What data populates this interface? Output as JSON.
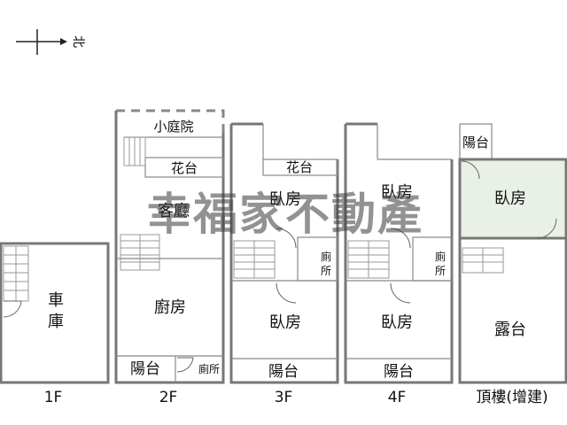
{
  "compass": {
    "label": "北"
  },
  "watermark": "幸福家不動產",
  "floors": [
    {
      "label": "1F",
      "rooms": {
        "garage": "車\n庫"
      }
    },
    {
      "label": "2F",
      "rooms": {
        "courtyard": "小庭院",
        "planter": "花台",
        "living": "客廳",
        "kitchen": "廚房",
        "balcony": "陽台",
        "wc": "廁所"
      }
    },
    {
      "label": "3F",
      "rooms": {
        "planter": "花台",
        "bedroom_top": "臥房",
        "wc": "廁\n所",
        "bedroom_bottom": "臥房",
        "balcony": "陽台"
      }
    },
    {
      "label": "4F",
      "rooms": {
        "bedroom_top": "臥房",
        "wc": "廁\n所",
        "bedroom_bottom": "臥房",
        "balcony": "陽台"
      }
    },
    {
      "label": "頂樓(增建)",
      "rooms": {
        "balcony": "陽台",
        "bedroom": "臥房",
        "terrace": "露台"
      }
    }
  ],
  "colors": {
    "wall": "#777777",
    "highlight": "#e9f0e6",
    "watermark": "#3a3a3a"
  }
}
